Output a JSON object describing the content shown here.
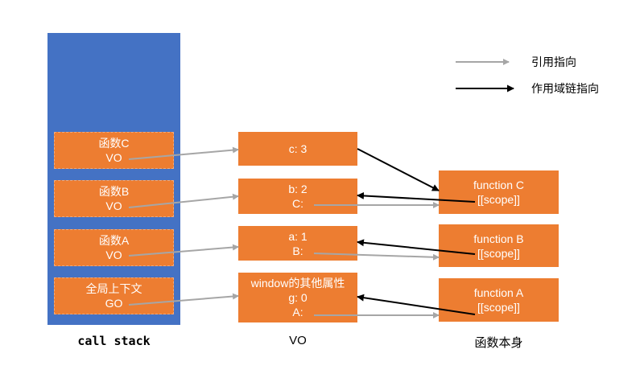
{
  "legend": {
    "reference": "引用指向",
    "scope_chain": "作用域链指向"
  },
  "call_stack": {
    "label": "call stack",
    "frames": [
      {
        "name": "函数C",
        "ref": "VO"
      },
      {
        "name": "函数B",
        "ref": "VO"
      },
      {
        "name": "函数A",
        "ref": "VO"
      },
      {
        "name": "全局上下文",
        "ref": "GO"
      }
    ]
  },
  "vo": {
    "label": "VO",
    "boxes": [
      {
        "lines": [
          "c: 3"
        ]
      },
      {
        "lines": [
          "b: 2",
          "C:"
        ]
      },
      {
        "lines": [
          "a: 1",
          "B:"
        ]
      },
      {
        "lines": [
          "window的其他属性",
          "g: 0",
          "A:"
        ]
      }
    ]
  },
  "functions": {
    "label": "函数本身",
    "boxes": [
      {
        "name": "function C",
        "scope": "[[scope]]"
      },
      {
        "name": "function B",
        "scope": "[[scope]]"
      },
      {
        "name": "function A",
        "scope": "[[scope]]"
      }
    ]
  },
  "colors": {
    "stack_bg": "#4472C4",
    "box_bg": "#ED7D31",
    "reference_arrow": "#A6A6A6",
    "scope_arrow": "#000000"
  }
}
